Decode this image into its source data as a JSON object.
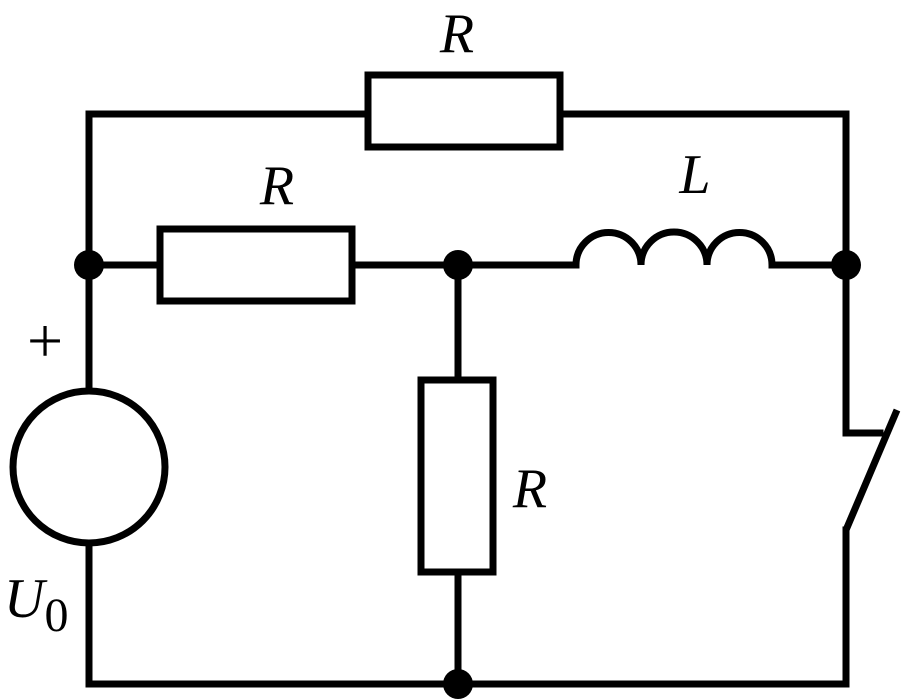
{
  "labels": {
    "resistor_top": "R",
    "resistor_middle": "R",
    "resistor_vertical": "R",
    "inductor": "L",
    "source_plus": "+",
    "source_symbol": "U",
    "source_subscript": "0"
  },
  "colors": {
    "stroke": "#000000",
    "background": "#ffffff"
  }
}
